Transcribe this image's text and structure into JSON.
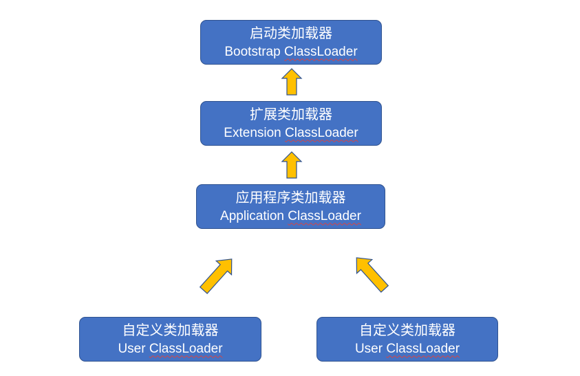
{
  "loaders": {
    "bootstrap": {
      "cn": "启动类加载器",
      "en_prefix": "Bootstrap ",
      "en_name": "ClassLoader"
    },
    "extension": {
      "cn": "扩展类加载器",
      "en_prefix": "Extension ",
      "en_name": "ClassLoader"
    },
    "application": {
      "cn": "应用程序类加载器",
      "en_prefix": "Application ",
      "en_name": "ClassLoader"
    },
    "user1": {
      "cn": "自定义类加载器",
      "en_prefix": "User ",
      "en_name": "ClassLoader"
    },
    "user2": {
      "cn": "自定义类加载器",
      "en_prefix": "User ",
      "en_name": "ClassLoader"
    }
  },
  "colors": {
    "box_fill": "#4472c4",
    "box_border": "#2f528f",
    "arrow_fill": "#ffc000",
    "arrow_border": "#2f528f",
    "spellcheck_underline": "#d64545"
  }
}
